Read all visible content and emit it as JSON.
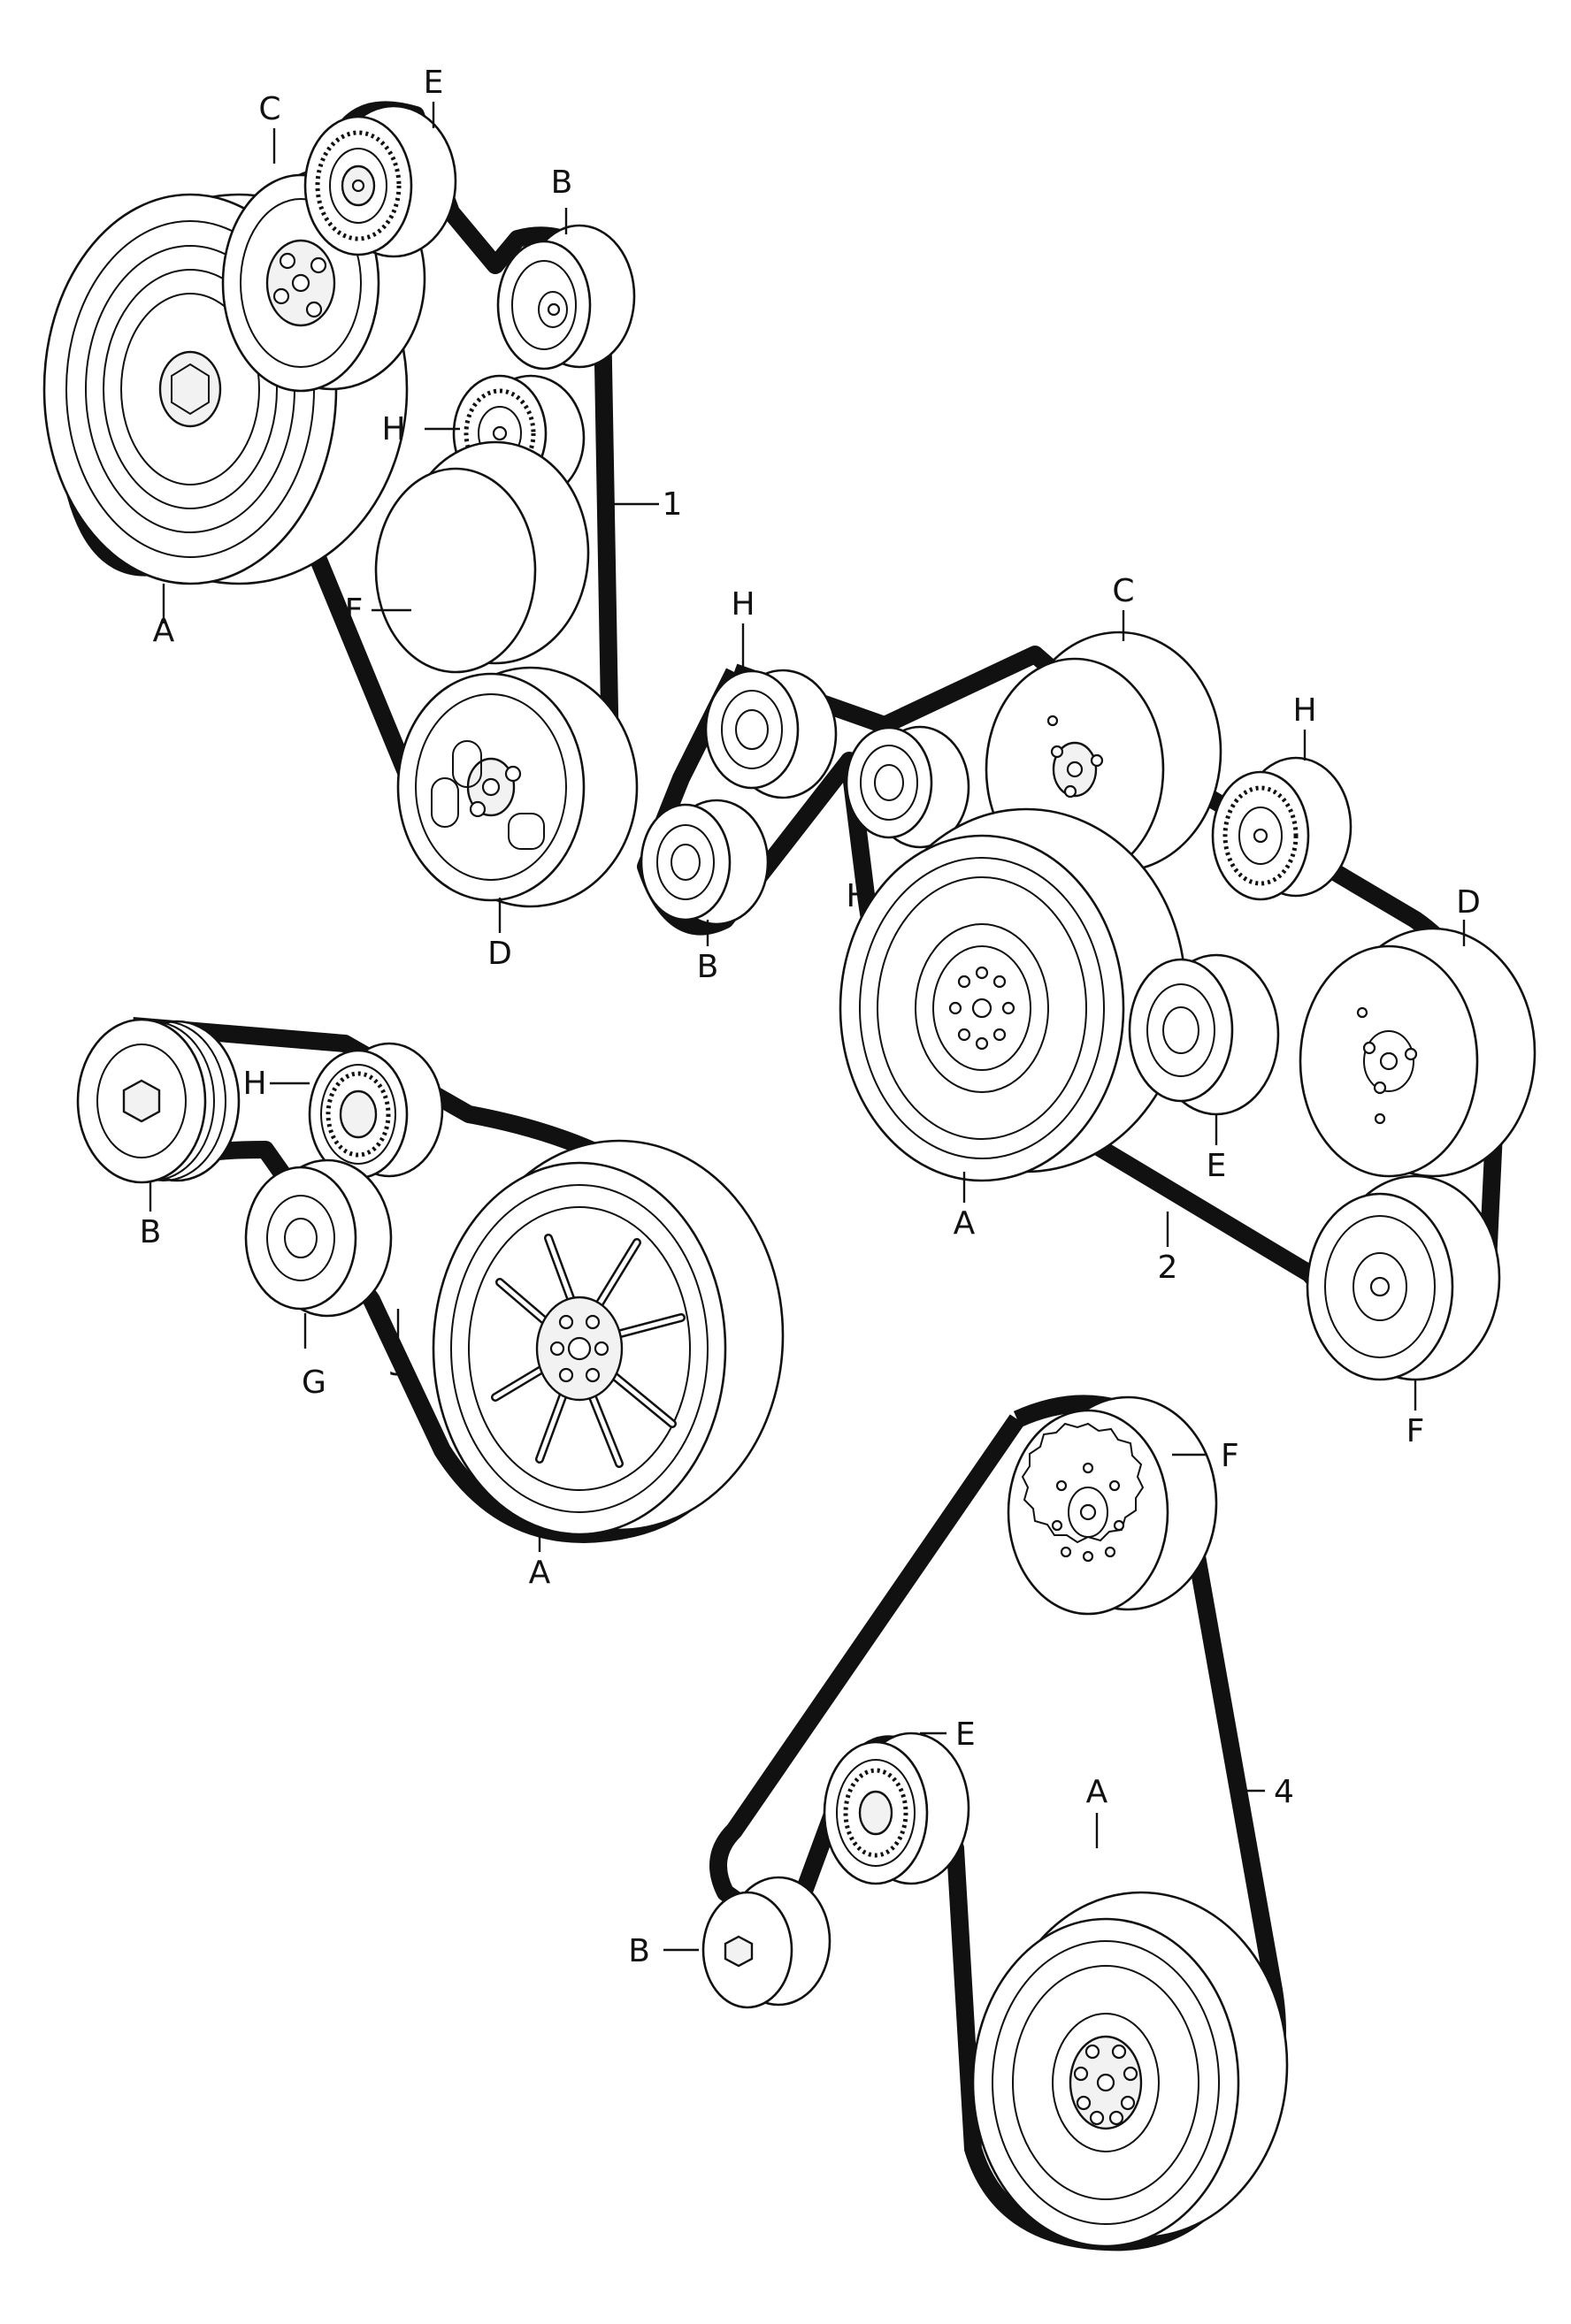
{
  "diagrams": [
    {
      "id": "1",
      "belt_label": "1",
      "pulleys": [
        {
          "letter": "A"
        },
        {
          "letter": "B"
        },
        {
          "letter": "C"
        },
        {
          "letter": "D"
        },
        {
          "letter": "E"
        },
        {
          "letter": "F"
        },
        {
          "letter": "H"
        }
      ]
    },
    {
      "id": "2",
      "belt_label": "2",
      "pulleys": [
        {
          "letter": "A"
        },
        {
          "letter": "B"
        },
        {
          "letter": "C"
        },
        {
          "letter": "D"
        },
        {
          "letter": "E"
        },
        {
          "letter": "F"
        },
        {
          "letter": "H"
        },
        {
          "letter": "H"
        },
        {
          "letter": "H"
        }
      ]
    },
    {
      "id": "3",
      "belt_label": "3",
      "pulleys": [
        {
          "letter": "A"
        },
        {
          "letter": "B"
        },
        {
          "letter": "G"
        },
        {
          "letter": "H"
        }
      ]
    },
    {
      "id": "4",
      "belt_label": "4",
      "pulleys": [
        {
          "letter": "A"
        },
        {
          "letter": "B"
        },
        {
          "letter": "E"
        },
        {
          "letter": "F"
        }
      ]
    }
  ]
}
